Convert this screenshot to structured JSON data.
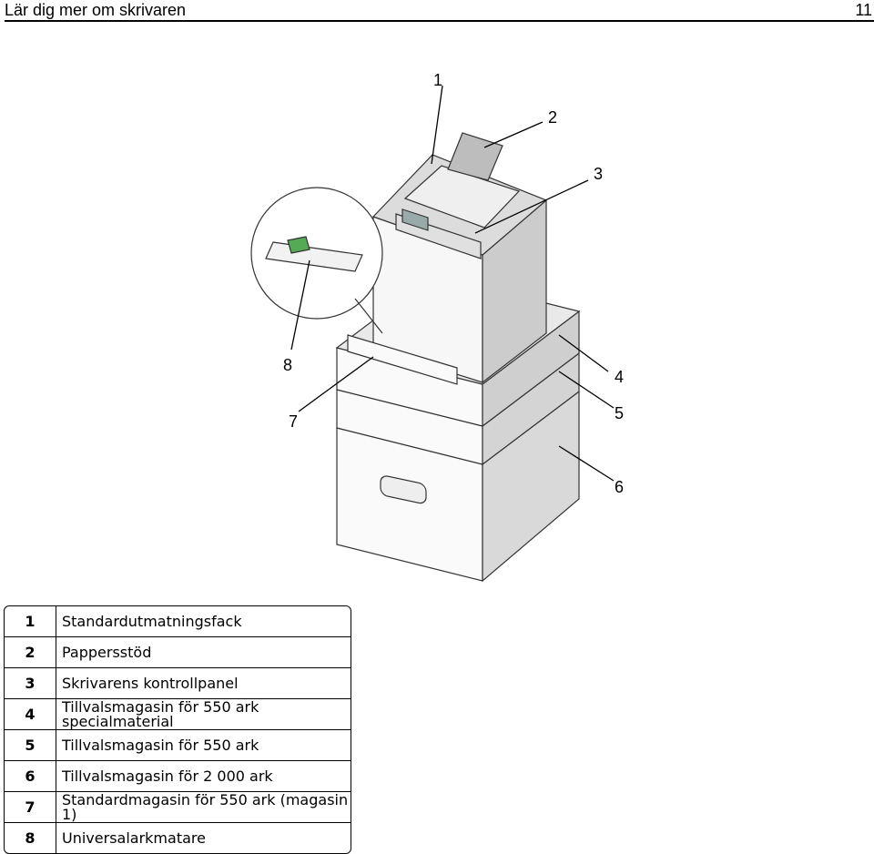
{
  "header": {
    "title": "Lär dig mer om skrivaren",
    "page_number": "11"
  },
  "figure": {
    "callouts": [
      "1",
      "2",
      "3",
      "4",
      "5",
      "6",
      "7",
      "8"
    ]
  },
  "legend": {
    "rows": [
      {
        "num": "1",
        "label": "Standardutmatningsfack"
      },
      {
        "num": "2",
        "label": "Pappersstöd"
      },
      {
        "num": "3",
        "label": "Skrivarens kontrollpanel"
      },
      {
        "num": "4",
        "label": "Tillvalsmagasin för 550 ark specialmaterial"
      },
      {
        "num": "5",
        "label": "Tillvalsmagasin för 550 ark"
      },
      {
        "num": "6",
        "label": "Tillvalsmagasin för 2 000 ark"
      },
      {
        "num": "7",
        "label": "Standardmagasin för 550 ark (magasin 1)"
      },
      {
        "num": "8",
        "label": "Universalarkmatare"
      }
    ]
  }
}
